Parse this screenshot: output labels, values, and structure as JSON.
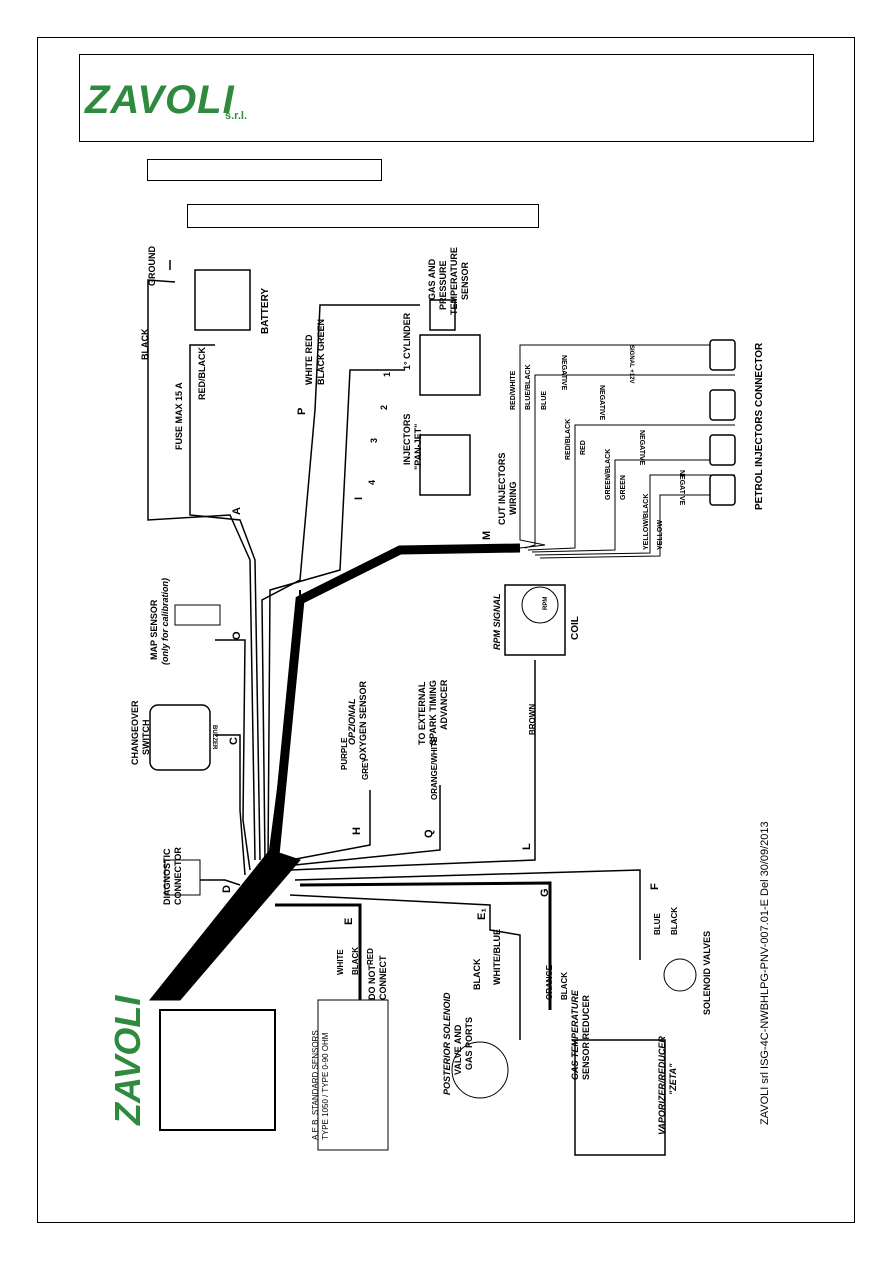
{
  "brand": {
    "name": "ZAVOLI",
    "suffix": "s.r.l.",
    "color": "#2e8b3e"
  },
  "labels": {
    "ground": "GROUND",
    "battery": "BATTERY",
    "black": "BLACK",
    "red_black": "RED/BLACK",
    "fuse": "FUSE MAX 15 A",
    "white_red": "WHITE RED",
    "black_green": "BLACK GREEN",
    "gas_sensor": [
      "GAS AND",
      "PRESSURE",
      "TEMPERATURE",
      "SENSOR"
    ],
    "first_cyl": "1° CYLINDER",
    "injectors": [
      "INJECTORS",
      "\"PAN-JET\""
    ],
    "wire_p": "P",
    "wire_a": "A",
    "wire_i": "I",
    "wire_m": "M",
    "wire_o": "O",
    "wire_c": "C",
    "wire_d": "D",
    "wire_h": "H",
    "wire_q": "Q",
    "wire_l": "L",
    "wire_e": "E",
    "wire_e1": "E₁",
    "wire_g": "G",
    "wire_f": "F",
    "cut_injectors": [
      "CUT INJECTORS",
      "WIRING"
    ],
    "red_white": "RED/WHITE",
    "blue_black": "BLUE/BLACK",
    "blue": "BLUE",
    "red_black2": "RED/BLACK",
    "red": "RED",
    "green_black": "GREEN/BLACK",
    "green": "GREEN",
    "yellow_black": "YELLOW/BLACK",
    "yellow": "YELLOW",
    "negative": "NEGATIVE",
    "signal": "SIGNAL +12V",
    "petrol_conn": "PETROL INJECTORS CONNECTOR",
    "map_sensor": [
      "MAP SENSOR",
      "(only for calibration)"
    ],
    "changeover": [
      "CHANGEOVER",
      "SWITCH"
    ],
    "buzzer": "BUZZER",
    "diagnostic": [
      "DIAGNOSTIC",
      "CONNECTOR"
    ],
    "oxygen": [
      "OPZIONAL",
      "OXYGEN SENSOR"
    ],
    "purple": "PURPLE",
    "grey": "GREY",
    "spark": [
      "TO EXTERNAL",
      "SPARK TIMING",
      "ADVANCER"
    ],
    "orange_white": "ORANGE/WHITE",
    "rpm": "RPM SIGNAL",
    "coil": "COIL",
    "brown": "BROWN",
    "white": "WHITE",
    "do_not": [
      "DO NOT",
      "CONNECT"
    ],
    "aeb": [
      "A.E.B. STANDARD SENSORS",
      "TYPE 1050 / TYPE 0-90 OHM"
    ],
    "white_blue": "WHITE/BLUE",
    "posterior": [
      "POSTERIOR SOLENOID",
      "VALVE AND",
      "GAS PORTS"
    ],
    "orange": "ORANGE",
    "gas_temp": [
      "GAS TEMPERATURE",
      "SENSOR REDUCER"
    ],
    "vaporizer": [
      "VAPORIZER/REDUCER",
      "\"ZETA\""
    ],
    "solenoid": "SOLENOID VALVES",
    "footer": "ZAVOLI srl   ISG-4C-NWBHLPG-PNV-007.01-E   Del 30/09/2013",
    "rpm_dial": "RPM",
    "numbers": [
      "1",
      "2",
      "3",
      "4"
    ]
  }
}
